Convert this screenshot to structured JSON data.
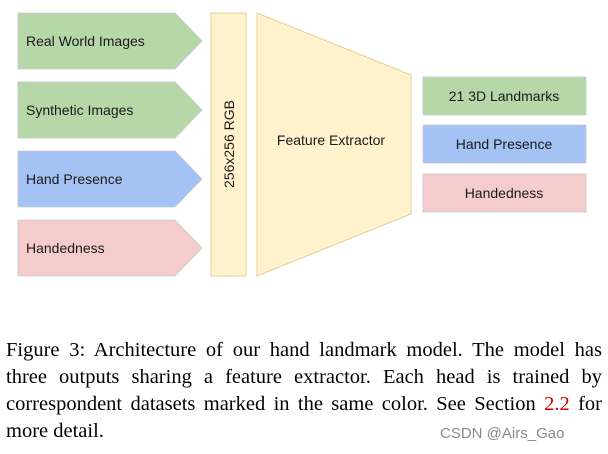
{
  "diagram": {
    "inputs": [
      {
        "label": "Real World Images",
        "color": "#b6d7a8"
      },
      {
        "label": "Synthetic Images",
        "color": "#b6d7a8"
      },
      {
        "label": "Hand Presence",
        "color": "#a4c2f4"
      },
      {
        "label": "Handedness",
        "color": "#f4cccc"
      }
    ],
    "input_block": {
      "label": "256x256 RGB",
      "color": "#fff2cc"
    },
    "extractor": {
      "label": "Feature Extractor",
      "color": "#fff2cc"
    },
    "outputs": [
      {
        "label": "21 3D Landmarks",
        "color": "#b6d7a8"
      },
      {
        "label": "Hand Presence",
        "color": "#a4c2f4"
      },
      {
        "label": "Handedness",
        "color": "#f4cccc"
      }
    ]
  },
  "caption": {
    "figure_label": "Figure 3:",
    "text_before_ref": " Architecture of our hand landmark model. The model has three outputs sharing a feature extractor. Each head is trained by correspondent datasets marked in the same color. See Section ",
    "ref": "2.2",
    "text_after_ref": " for more detail."
  },
  "watermark": "CSDN @Airs_Gao"
}
